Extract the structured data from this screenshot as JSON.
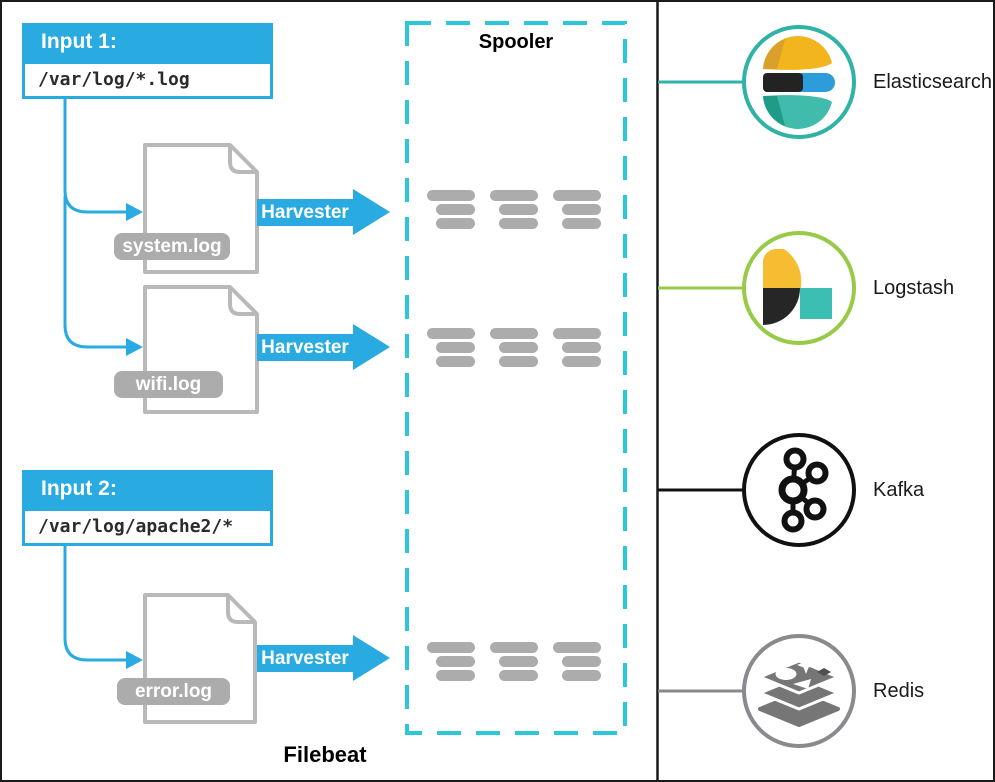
{
  "diagram": {
    "box_label": "Filebeat",
    "spooler_label": "Spooler",
    "harvester_label": "Harvester",
    "inputs": [
      {
        "title": "Input 1:",
        "path": "/var/log/*.log"
      },
      {
        "title": "Input 2:",
        "path": "/var/log/apache2/*"
      }
    ],
    "files": [
      {
        "name": "system.log"
      },
      {
        "name": "wifi.log"
      },
      {
        "name": "error.log"
      }
    ],
    "outputs": [
      {
        "label": "Elasticsearch",
        "icon": "elasticsearch-icon",
        "accent": "#2FB3A6"
      },
      {
        "label": "Logstash",
        "icon": "logstash-icon",
        "accent": "#97CA46"
      },
      {
        "label": "Kafka",
        "icon": "kafka-icon",
        "accent": "#111111"
      },
      {
        "label": "Redis",
        "icon": "redis-icon",
        "accent": "#8A8A8E"
      }
    ],
    "colors": {
      "blue": "#29ABE2",
      "cyan": "#2AC8D8",
      "gray": "#ACACAC",
      "file_border": "#B9B9B9",
      "text_dark": "#1A1A1A"
    }
  }
}
